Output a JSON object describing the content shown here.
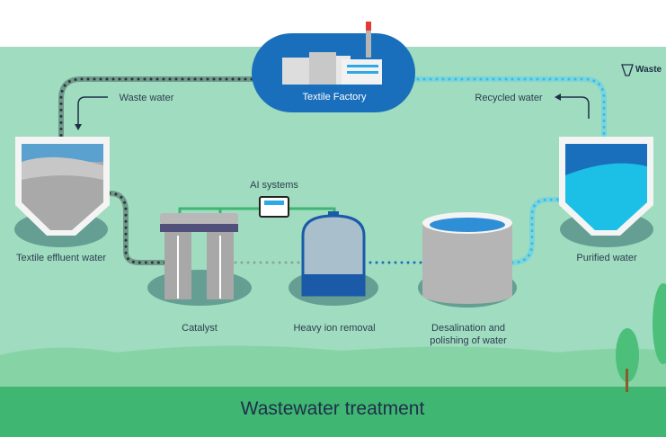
{
  "title": "Wastewater treatment",
  "logo_text": "Waste",
  "nodes": {
    "factory": "Textile Factory",
    "effluent": "Textile effluent water",
    "catalyst": "Catalyst",
    "ai": "AI systems",
    "heavy_ion": "Heavy ion removal",
    "desalination_line1": "Desalination and",
    "desalination_line2": "polishing of water",
    "purified": "Purified water"
  },
  "flows": {
    "waste": "Waste water",
    "recycled": "Recycled water"
  },
  "colors": {
    "background": "#a0dcbf",
    "band": "#3fb672",
    "factory": "#1a6fbc",
    "dirty_pipe": "#3d3d3d",
    "clean_pipe": "#3cc3ea"
  }
}
